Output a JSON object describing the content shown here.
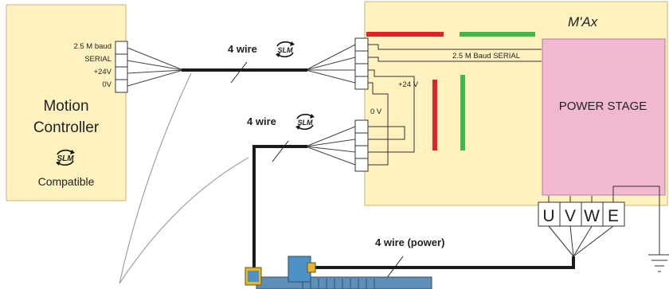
{
  "controller": {
    "pins": [
      "2.5 M baud",
      "SERIAL",
      "+24V",
      "0V"
    ],
    "title_line1": "Motion",
    "title_line2": "Controller",
    "slm_logo": "SLM",
    "compatible": "Compatible"
  },
  "wires": {
    "upper_label": "4 wire",
    "lower_label": "4 wire",
    "slm_logo": "SLM",
    "power_label": "4 wire (power)"
  },
  "max": {
    "title": "M'Ax",
    "serial_label": "2.5 M Baud SERIAL",
    "plus24_label": "+24 V",
    "zero_v_label": "0 V",
    "power_stage": "POWER STAGE",
    "terminals": [
      "U",
      "V",
      "W",
      "E"
    ]
  },
  "colors": {
    "panel_fill": "#fff2bf",
    "panel_stroke": "#c7b67d",
    "power_stage_fill": "#f2b8d2",
    "red_bar": "#d9262b",
    "green_bar": "#44b548",
    "cable": "#1a1a1a",
    "motor_blue": "#4d91c7"
  }
}
